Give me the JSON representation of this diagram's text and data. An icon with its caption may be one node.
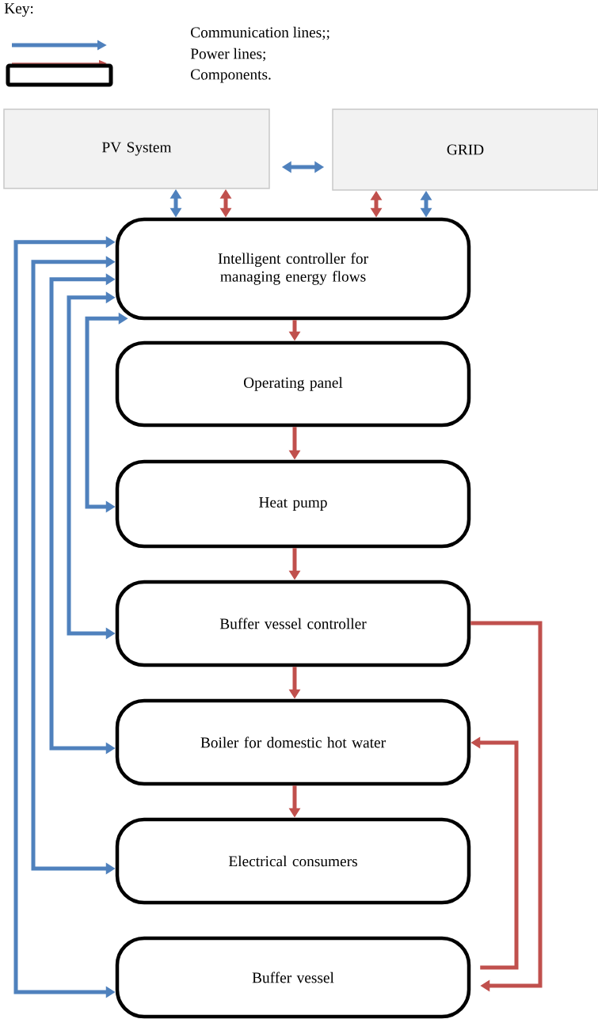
{
  "diagram": {
    "nodes": [
      {
        "text": [
          "PV System"
        ]
      },
      {
        "text": [
          "GRID"
        ]
      },
      {
        "text": [
          "Intelligent controller for managing energy flows"
        ]
      },
      {
        "text": [
          "Operating panel"
        ]
      },
      {
        "text": [
          "Heat pump"
        ]
      },
      {
        "text": [
          "Buffer vessel controller"
        ]
      },
      {
        "text": [
          "Boiler for domestic hot water"
        ]
      },
      {
        "text": [
          "Electrical consumers"
        ]
      },
      {
        "text": [
          "Buffer vessel"
        ]
      }
    ],
    "edges": [
      {
        "from": 0,
        "to": 1,
        "arrow": "both",
        "color": "#4f81bd"
      },
      {
        "from": 0,
        "to": 2,
        "arrow": "both",
        "color": "#4f81bd"
      },
      {
        "from": 0,
        "to": 2,
        "arrow": "both"
      },
      {
        "from": 1,
        "to": 2,
        "arrow": "both"
      },
      {
        "from": 1,
        "to": 2,
        "arrow": "both",
        "color": "#4f81bd"
      },
      {
        "from": 2,
        "to": 8,
        "arrow": "both",
        "color": "#4f81bd"
      },
      {
        "from": 2,
        "to": 7,
        "arrow": "both",
        "color": "#4f81bd"
      },
      {
        "from": 2,
        "to": 6,
        "arrow": "both",
        "color": "#4f81bd"
      },
      {
        "from": 2,
        "to": 5,
        "arrow": "both",
        "color": "#4f81bd"
      },
      {
        "from": 2,
        "to": 4,
        "arrow": "both",
        "color": "#4f81bd"
      },
      {
        "from": 2,
        "to": 3,
        "arrow": "to"
      },
      {
        "from": 3,
        "to": 4,
        "arrow": "to"
      },
      {
        "from": 4,
        "to": 5,
        "arrow": "to"
      },
      {
        "from": 5,
        "to": 6,
        "arrow": "to"
      },
      {
        "from": 6,
        "to": 7,
        "arrow": "to"
      },
      {
        "from": 5,
        "to": 8,
        "arrow": "to"
      },
      {
        "from": 8,
        "to": 6,
        "arrow": "to"
      }
    ],
    "labels": [
      "Key:"
    ],
    "legend": [
      {
        "text": "Communication lines;;"
      },
      {
        "text": "Power lines;"
      },
      {
        "text": "Components."
      }
    ]
  }
}
